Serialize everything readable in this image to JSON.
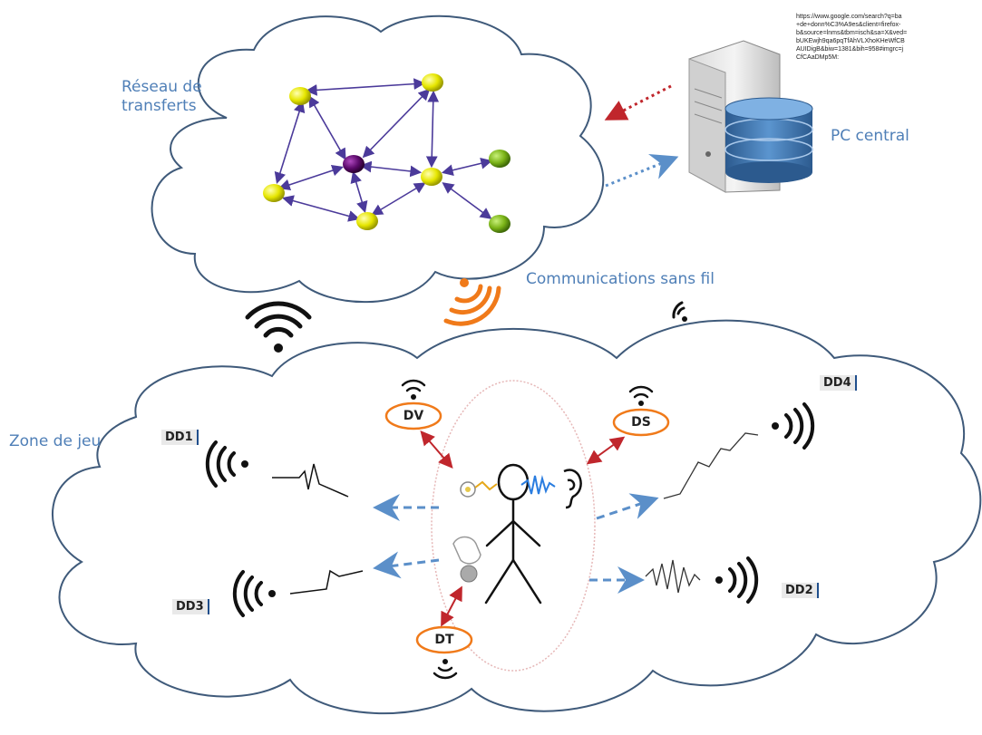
{
  "labels": {
    "network": [
      "Réseau de",
      "transferts"
    ],
    "pc": "PC central",
    "wireless": "Communications sans fil",
    "zone": "Zone de jeu"
  },
  "url_text": "https://www.google.com/search?q=ba\n+de+donn%C3%A9es&client=firefox-\nb&source=lnms&tbm=isch&sa=X&ved=\nbUKEwjh9qa6pqTfAhVLXhoKHeWfCB\nAUIDigB&biw=1381&bih=958#imgrc=j\nCfCAaDMp5M:",
  "devices": {
    "dv": "DV",
    "ds": "DS",
    "dt": "DT",
    "dd1": "DD1",
    "dd2": "DD2",
    "dd3": "DD3",
    "dd4": "DD4"
  },
  "colors": {
    "cloud_stroke": "#3f5a7a",
    "network_edge": "#4b3a9a",
    "node_yellow": "#e6e600",
    "node_green": "#7ab317",
    "node_purple": "#5c0a6b",
    "orange": "#f07a1a",
    "red_arrow": "#c0262c",
    "blue_arrow": "#5b8fc9",
    "label_blue": "#4f7fb7"
  }
}
